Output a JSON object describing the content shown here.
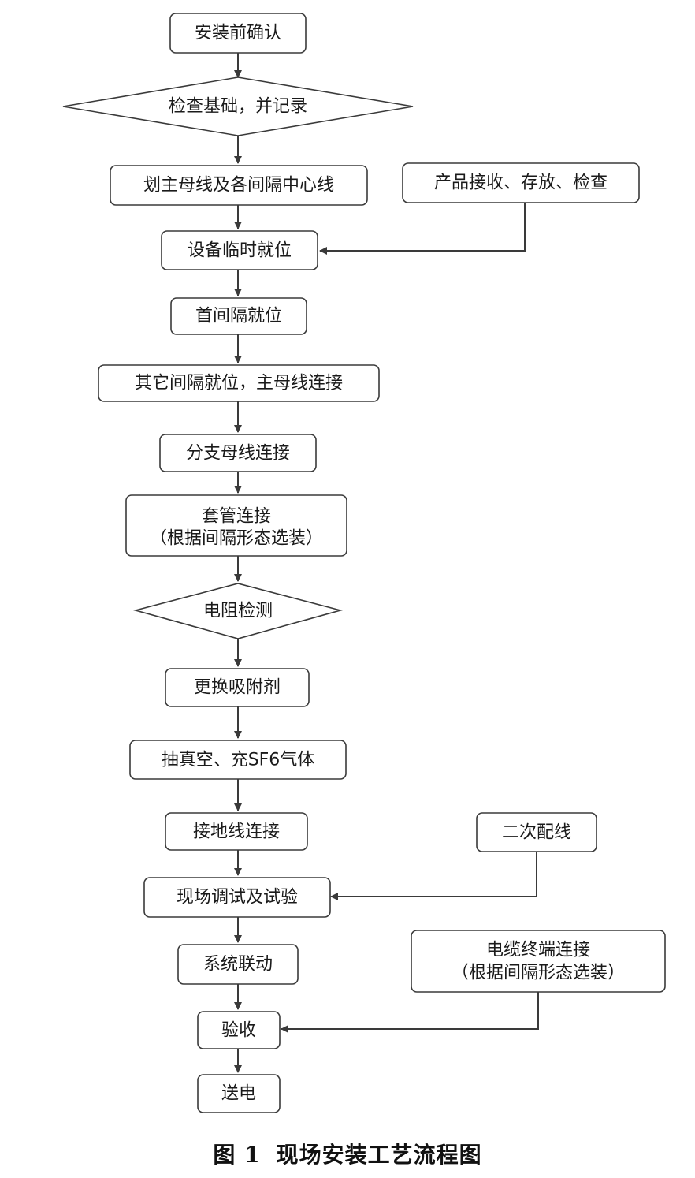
{
  "nodes": {
    "confirm": {
      "lines": [
        "安装前确认"
      ]
    },
    "foundation": {
      "lines": [
        "检查基础，并记录"
      ]
    },
    "centerline": {
      "lines": [
        "划主母线及各间隔中心线"
      ]
    },
    "receive": {
      "lines": [
        "产品接收、存放、检查"
      ]
    },
    "temp_place": {
      "lines": [
        "设备临时就位"
      ]
    },
    "first_bay": {
      "lines": [
        "首间隔就位"
      ]
    },
    "other_bays": {
      "lines": [
        "其它间隔就位，主母线连接"
      ]
    },
    "branch_bus": {
      "lines": [
        "分支母线连接"
      ]
    },
    "bushing": {
      "lines": [
        "套管连接",
        "（根据间隔形态选装）"
      ]
    },
    "resistance": {
      "lines": [
        "电阻检测"
      ]
    },
    "adsorbent": {
      "lines": [
        "更换吸附剂"
      ]
    },
    "vacuum": {
      "lines": [
        "抽真空、充SF6气体"
      ]
    },
    "ground": {
      "lines": [
        "接地线连接"
      ]
    },
    "secondary": {
      "lines": [
        "二次配线"
      ]
    },
    "commissioning": {
      "lines": [
        "现场调试及试验"
      ]
    },
    "linkage": {
      "lines": [
        "系统联动"
      ]
    },
    "cable_term": {
      "lines": [
        "电缆终端连接",
        "（根据间隔形态选装）"
      ]
    },
    "acceptance": {
      "lines": [
        "验收"
      ]
    },
    "power_on": {
      "lines": [
        "送电"
      ]
    }
  },
  "caption": {
    "label": "图 1",
    "title": "现场安装工艺流程图"
  },
  "colors": {
    "stroke": "#3a3a3a",
    "fill": "#ffffff",
    "text": "#1a1a1a"
  }
}
